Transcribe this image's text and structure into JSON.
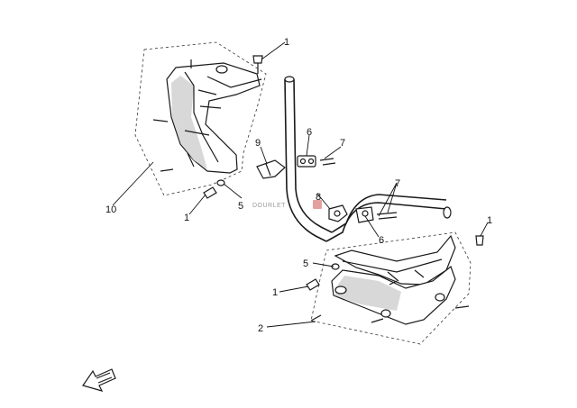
{
  "diagram": {
    "callouts": {
      "c1_top": "1",
      "c1_left": "1",
      "c1_right": "1",
      "c1_bottom": "1",
      "c2": "2",
      "c5_left": "5",
      "c5_bottom": "5",
      "c6_top": "6",
      "c6_bottom": "6",
      "c7_top": "7",
      "c7_bottom": "7",
      "c8": "8",
      "c9": "9",
      "c10": "10"
    },
    "watermark": "DOURLET"
  }
}
